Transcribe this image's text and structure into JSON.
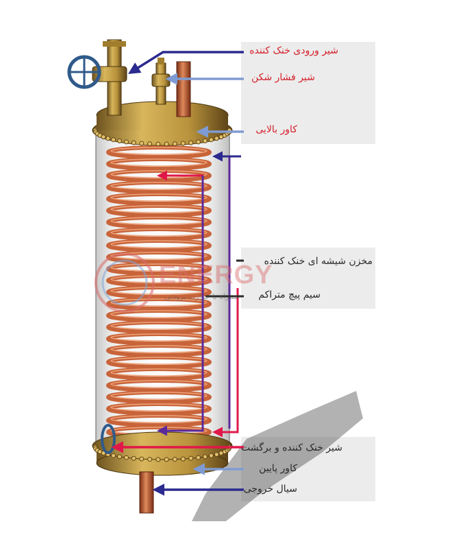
{
  "labels": {
    "inlet_valve": "شیر ورودی خنک کننده",
    "pressure_relief": "شیر فشار شکن",
    "top_cover": "کاور بالایی",
    "glass_tank": "مخزن شیشه ای خنک کننده",
    "condenser_coil": "سیم پیچ متراکم",
    "outlet_return_valve": "شیر خنک کننده و برگشت",
    "bottom_cover": "کاور پایین",
    "fluid_outlet": "سیال خروجی"
  },
  "watermark": {
    "brand": "ENERGY",
    "tagline": "همراه با حرارت برودتی"
  },
  "colors": {
    "label_text": "#d4202a",
    "arrow_navy": "#2b2a8e",
    "arrow_light_blue": "#7f9bd3",
    "arrow_red": "#e0184a",
    "arrow_purple": "#5b2a9a",
    "panel_bg": "#ececec",
    "copper": "#c8643a",
    "brass": "#b8923c"
  }
}
